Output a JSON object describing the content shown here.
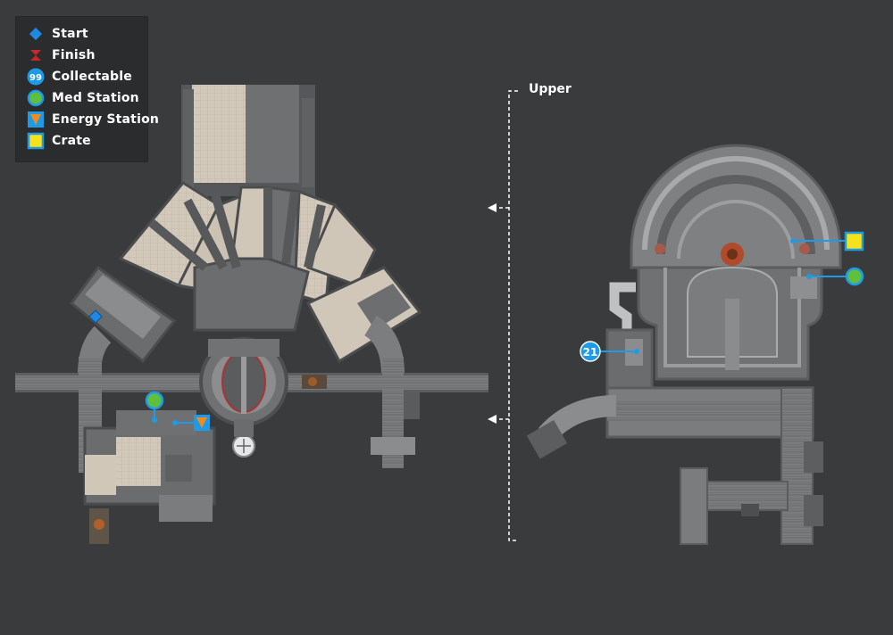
{
  "legend": {
    "title": "",
    "items": [
      {
        "key": "start",
        "label": "Start",
        "icon": "start-diamond-icon",
        "color": "#1e88e5"
      },
      {
        "key": "finish",
        "label": "Finish",
        "icon": "finish-icon",
        "color": "#c62828"
      },
      {
        "key": "collectable",
        "label": "Collectable",
        "icon": "collectable-badge-icon",
        "color": "#1e9be8",
        "badge_text": "99"
      },
      {
        "key": "med",
        "label": "Med Station",
        "icon": "med-station-icon",
        "color": "#5fbf3f"
      },
      {
        "key": "energy",
        "label": "Energy Station",
        "icon": "energy-station-icon",
        "color": "#f08c1e"
      },
      {
        "key": "crate",
        "label": "Crate",
        "icon": "crate-icon",
        "color": "#f5e21b"
      }
    ]
  },
  "upper_label": "Upper",
  "markers": {
    "collectable_number": "21"
  },
  "colors": {
    "background": "#3a3b3d",
    "floor_light": "#c9c0b2",
    "floor_dark": "#6f7173",
    "corridor": "#7b7d7f",
    "wall": "#4a4c4e",
    "marker_blue": "#1e9be8"
  }
}
